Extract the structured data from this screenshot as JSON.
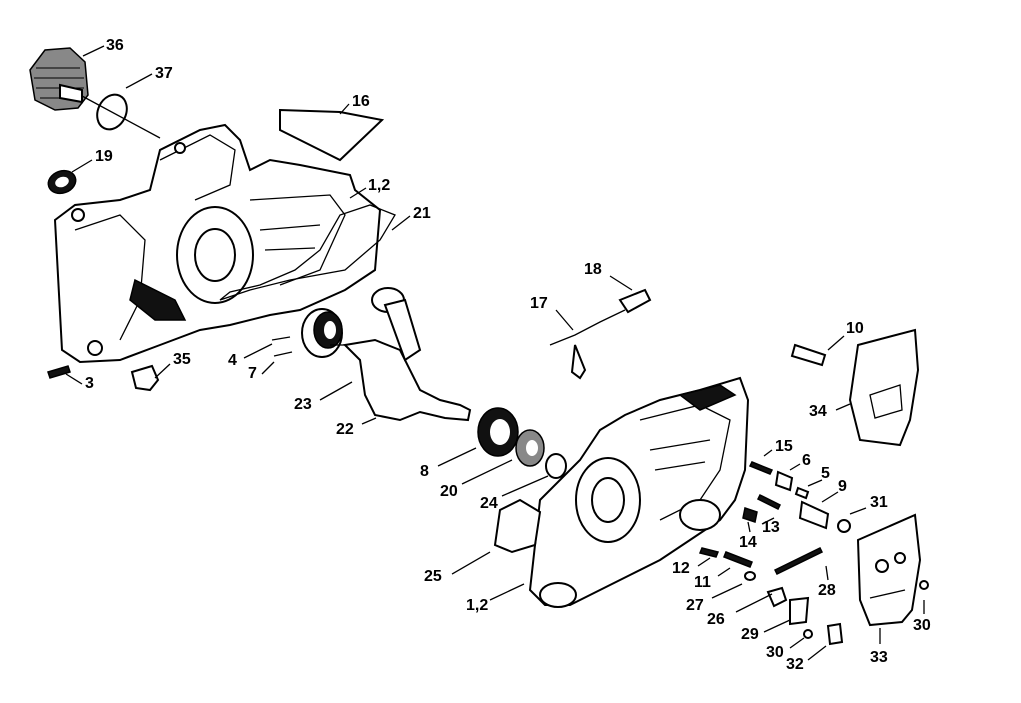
{
  "diagram": {
    "labels": {
      "p36": "36",
      "p37": "37",
      "p16": "16",
      "p19": "19",
      "p1_2_top": "1,2",
      "p21": "21",
      "p18": "18",
      "p17": "17",
      "p10": "10",
      "p4": "4",
      "p35": "35",
      "p3": "3",
      "p7": "7",
      "p23": "23",
      "p22": "22",
      "p34": "34",
      "p8": "8",
      "p15": "15",
      "p6": "6",
      "p5": "5",
      "p9": "9",
      "p20": "20",
      "p24": "24",
      "p31": "31",
      "p13": "13",
      "p14": "14",
      "p25": "25",
      "p12": "12",
      "p11": "11",
      "p28": "28",
      "p27": "27",
      "p1_2_bottom": "1,2",
      "p26": "26",
      "p29": "29",
      "p30_right": "30",
      "p30_bottom": "30",
      "p32": "32",
      "p33": "33"
    }
  }
}
